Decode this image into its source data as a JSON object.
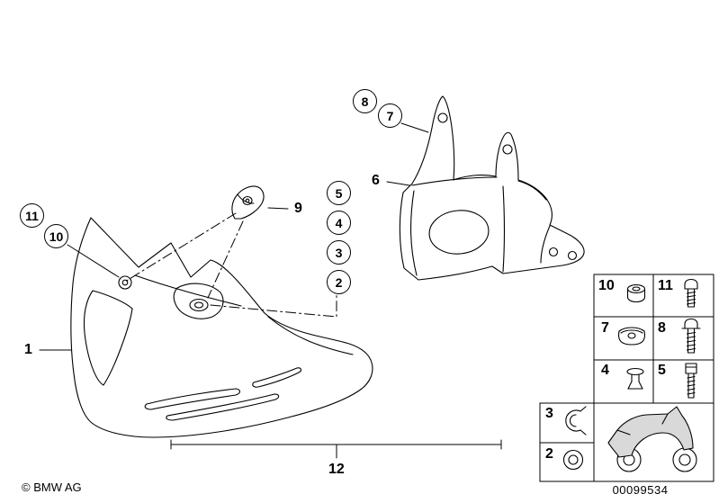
{
  "footer": {
    "copyright": "© BMW AG",
    "diagram_number": "00099534"
  },
  "callouts": {
    "circled": [
      {
        "id": "8"
      },
      {
        "id": "7"
      },
      {
        "id": "11"
      },
      {
        "id": "10"
      },
      {
        "id": "5"
      },
      {
        "id": "4"
      },
      {
        "id": "3"
      },
      {
        "id": "2"
      }
    ],
    "plain": [
      {
        "id": "6"
      },
      {
        "id": "9"
      },
      {
        "id": "1"
      },
      {
        "id": "12"
      }
    ]
  },
  "legend": {
    "items": [
      {
        "num": "10",
        "icon": "grommet-icon"
      },
      {
        "num": "11",
        "icon": "screw-icon"
      },
      {
        "num": "7",
        "icon": "speed-nut-clip-icon"
      },
      {
        "num": "8",
        "icon": "screw-icon"
      },
      {
        "num": "4",
        "icon": "expansion-rivet-icon"
      },
      {
        "num": "5",
        "icon": "socket-head-screw-icon"
      },
      {
        "num": "3",
        "icon": "clamp-icon"
      },
      {
        "num": "2",
        "icon": "grommet-icon"
      }
    ],
    "vehicle_icon": "motorcycle-icon"
  },
  "colors": {
    "line": "#000000",
    "background": "#ffffff",
    "vehicle_fill": "#d9d9d9"
  }
}
